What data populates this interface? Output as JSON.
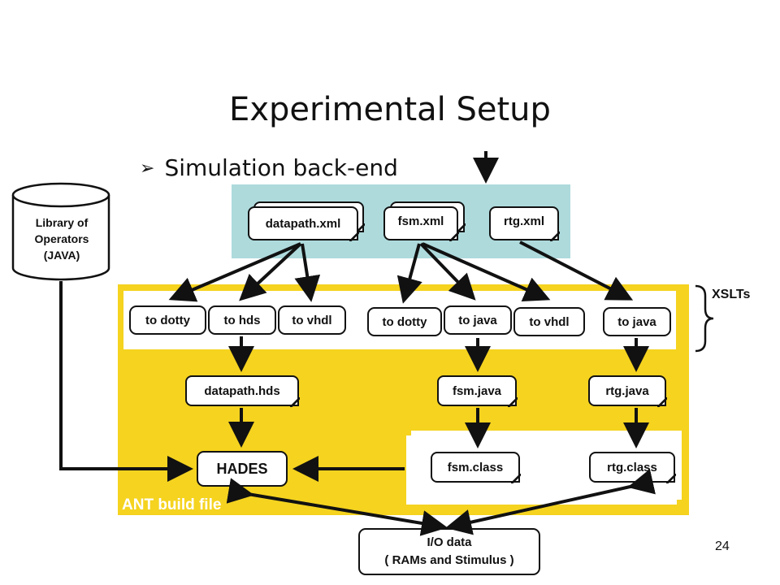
{
  "title": "Experimental Setup",
  "bullet": "Simulation back-end",
  "library": {
    "line1": "Library of",
    "line2": "Operators",
    "line3": "(JAVA)"
  },
  "inputs": {
    "datapath": "datapath.xml",
    "fsm": "fsm.xml",
    "rtg": "rtg.xml"
  },
  "xslts": {
    "label": "XSLTs",
    "datapath_dotty": "to dotty",
    "datapath_hds": "to hds",
    "datapath_vhdl": "to vhdl",
    "fsm_dotty": "to dotty",
    "fsm_java": "to java",
    "fsm_vhdl": "to vhdl",
    "rtg_java": "to java"
  },
  "outputs": {
    "datapath_hds": "datapath.hds",
    "fsm_java": "fsm.java",
    "rtg_java": "rtg.java"
  },
  "classes": {
    "fsm": "fsm.class",
    "rtg": "rtg.class"
  },
  "hades": "HADES",
  "ant_label": "ANT build file",
  "io": {
    "line1": "I/O data",
    "line2": "( RAMs and Stimulus )"
  },
  "page_number": "24"
}
